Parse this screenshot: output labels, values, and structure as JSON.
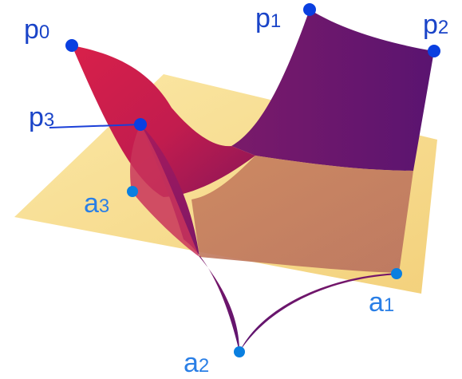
{
  "colors": {
    "plane": "#f7dd8e",
    "surface_red": "#c2184a",
    "surface_purple": "#5e1470",
    "point": "#0a3fe0",
    "label": "#1a44c8"
  },
  "points": [
    {
      "id": "p0",
      "base": "p",
      "sub": "0"
    },
    {
      "id": "p1",
      "base": "p",
      "sub": "1"
    },
    {
      "id": "p2",
      "base": "p",
      "sub": "2"
    },
    {
      "id": "p3",
      "base": "p",
      "sub": "3"
    },
    {
      "id": "a1",
      "base": "a",
      "sub": "1"
    },
    {
      "id": "a2",
      "base": "a",
      "sub": "2"
    },
    {
      "id": "a3",
      "base": "a",
      "sub": "3"
    }
  ]
}
